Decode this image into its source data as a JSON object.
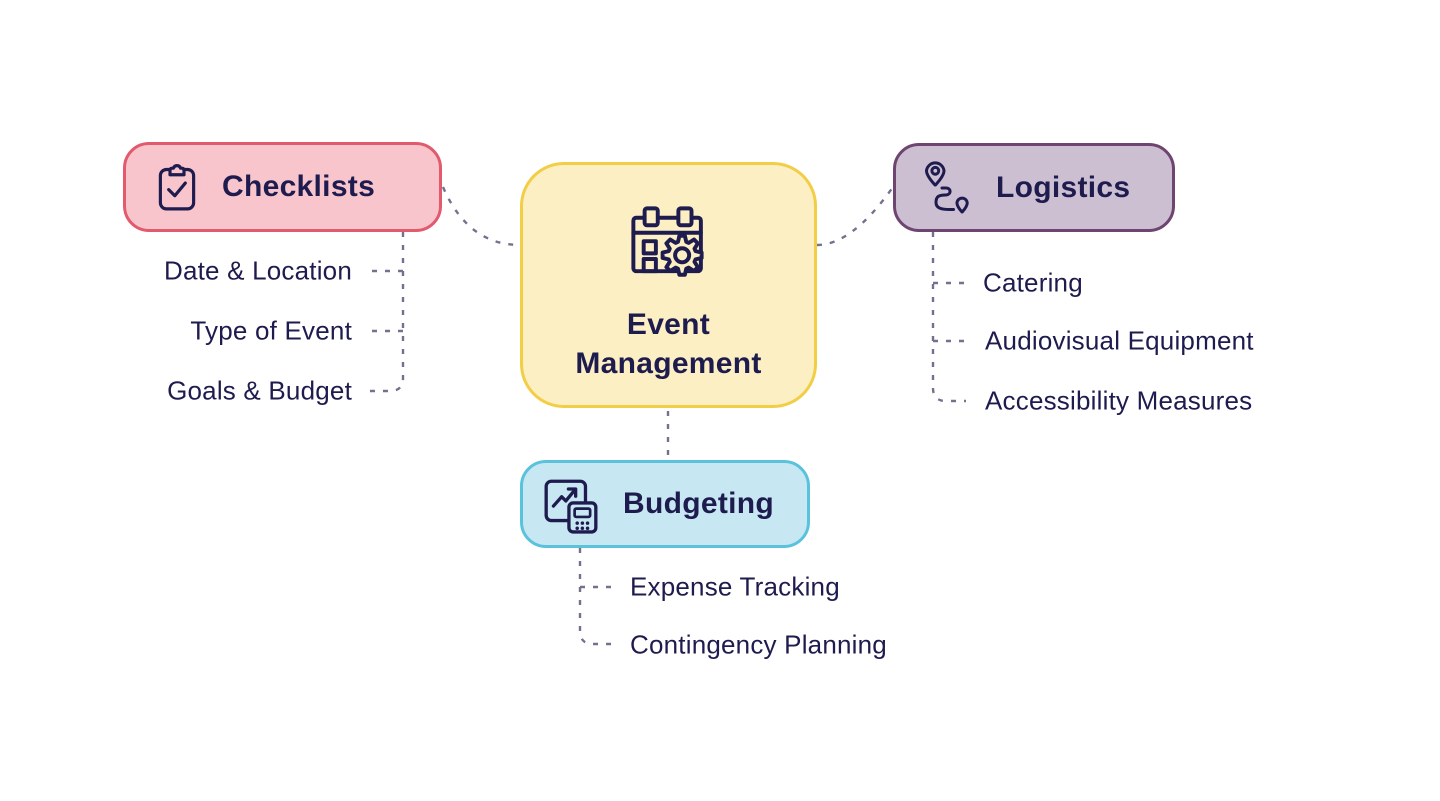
{
  "diagram": {
    "background": "#FFFFFF",
    "text_color": "#1E1B4E",
    "connector_color": "#72728E",
    "center": {
      "label_line1": "Event",
      "label_line2": "Management",
      "icon": "calendar-gear-icon",
      "fill": "#FCEFC3",
      "border": "#F2CE46"
    },
    "branches": [
      {
        "id": "checklists",
        "label": "Checklists",
        "icon": "clipboard-check-icon",
        "fill": "#F7C5CB",
        "border": "#E25A6D",
        "children": [
          "Date & Location",
          "Type of Event",
          "Goals & Budget"
        ]
      },
      {
        "id": "logistics",
        "label": "Logistics",
        "icon": "route-pins-icon",
        "fill": "#CDBFD2",
        "border": "#6E4470",
        "children": [
          "Catering",
          "Audiovisual Equipment",
          "Accessibility Measures"
        ]
      },
      {
        "id": "budgeting",
        "label": "Budgeting",
        "icon": "chart-calculator-icon",
        "fill": "#C7E8F3",
        "border": "#5BC2DC",
        "children": [
          "Expense Tracking",
          "Contingency Planning"
        ]
      }
    ]
  }
}
